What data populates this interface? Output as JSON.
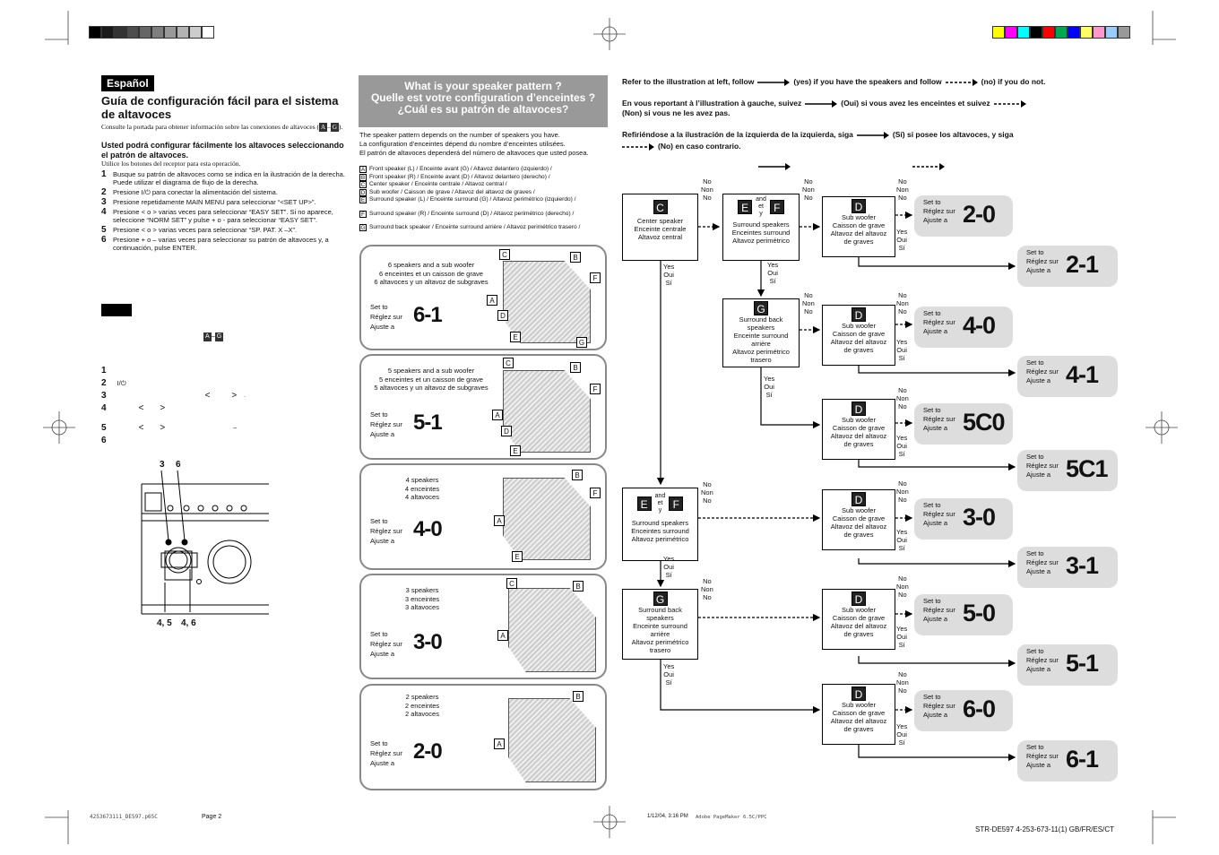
{
  "header": {
    "swatches_left": [
      "#000000",
      "#1a1a1a",
      "#333333",
      "#4d4d4d",
      "#666666",
      "#7f7f7f",
      "#999999",
      "#b3b3b3",
      "#cccccc",
      "#ffffff"
    ],
    "swatches_right": [
      "#ffff00",
      "#ff00ff",
      "#00ffff",
      "#000000",
      "#ff0000",
      "#00a651",
      "#0000ff",
      "#ffff66",
      "#ff99cc",
      "#99ccff",
      "#999999"
    ]
  },
  "left": {
    "lang": "Español",
    "title": "Guía de configuración fácil para el sistema de altavoces",
    "intro": "Consulte la portada para obtener información sobre las conexiones de altavoces",
    "intro_refs": [
      "A",
      "G"
    ],
    "subtitle": "Usted podrá configurar fácilmente los altavoces seleccionando el patrón de altavoces.",
    "subnote": "Utilice los botones del receptor para esta operación.",
    "steps": [
      {
        "n": "1",
        "text": "Busque su patrón de altavoces como se indica en la ilustración de la derecha. Puede utilizar el diagrama de flujo de la derecha."
      },
      {
        "n": "2",
        "text": "Presione I/⏻ para conectar la alimentación del sistema."
      },
      {
        "n": "3",
        "text": "Presione repetidamente MAIN MENU para seleccionar “<SET UP>”."
      },
      {
        "n": "4",
        "text": "Presione < o > varias veces para seleccionar “EASY SET”. Si no aparece, seleccione “NORM SET” y pulse + o - para seleccionar “EASY SET”."
      },
      {
        "n": "5",
        "text": "Presione < o > varias veces para seleccionar “SP. PAT. X –X”."
      },
      {
        "n": "6",
        "text": "Presione + o – varias veces para seleccionar su patrón de altavoces y, a continuación, pulse ENTER."
      }
    ],
    "box_refs": [
      "A",
      "G"
    ],
    "blank_steps": [
      "1",
      "2",
      "3",
      "4",
      "5",
      "6"
    ],
    "blank_glyphs": {
      "power": "I/⏻",
      "lt": "<",
      "gt": ">",
      "dot": ".",
      "dash": "–"
    },
    "device_labels": {
      "top_a": "3",
      "top_b": "6",
      "bottom_a": "4, 5",
      "bottom_b": "4, 6"
    }
  },
  "middle": {
    "question": [
      "What is your speaker pattern ?",
      "Quelle est votre configuration d’enceintes ?",
      "¿Cuál es su patrón de altavoces?"
    ],
    "depends": [
      "The speaker pattern depends on the number of speakers you have.",
      "La configuration d’enceintes dépend du nombre d’enceintes utilisées.",
      "El patrón de altavoces dependerá del número de altavoces que usted posea."
    ],
    "legend": [
      {
        "k": "A",
        "t": "Front speaker (L) / Enceinte avant (G) / Altavoz delantero (izquierdo) /"
      },
      {
        "k": "B",
        "t": "Front speaker (R) / Enceinte avant (D) / Altavoz delantero (derecho) /"
      },
      {
        "k": "C",
        "t": "Center speaker / Enceinte centrale / Altavoz central /"
      },
      {
        "k": "D",
        "t": "Sub woofer / Caisson de grave / Altavoz del altavoz de graves /"
      },
      {
        "k": "E",
        "t": "Surround speaker (L) / Enceinte surround (G) / Altavoz perimétrico (izquierdo) /"
      },
      {
        "k": "F",
        "t": "Surround speaker (R) / Enceinte surround (D) / Altavoz perimétrico (derecho) /"
      },
      {
        "k": "G",
        "t": "Surround back speaker / Enceinte surround arrière / Altavoz perimétrico trasero /"
      }
    ],
    "set_to": [
      "Set to",
      "Réglez sur",
      "Ajuste a"
    ],
    "patterns": [
      {
        "desc": [
          "6 speakers and a sub woofer",
          "6 enceintes et un caisson de grave",
          "6 altavoces y un altavoz de subgraves"
        ],
        "value": "6-1",
        "labels": [
          "C",
          "B",
          "F",
          "A",
          "D",
          "E",
          "G"
        ]
      },
      {
        "desc": [
          "5 speakers and a sub woofer",
          "5 enceintes et un caisson de grave",
          "5 altavoces y un altavoz de subgraves"
        ],
        "value": "5-1",
        "labels": [
          "C",
          "B",
          "F",
          "A",
          "D",
          "E"
        ]
      },
      {
        "desc": [
          "4 speakers",
          "4 enceintes",
          "4 altavoces"
        ],
        "value": "4-0",
        "labels": [
          "B",
          "F",
          "A",
          "E"
        ]
      },
      {
        "desc": [
          "3 speakers",
          "3 enceintes",
          "3 altavoces"
        ],
        "value": "3-0",
        "labels": [
          "C",
          "B",
          "A"
        ]
      },
      {
        "desc": [
          "2 speakers",
          "2 enceintes",
          "2 altavoces"
        ],
        "value": "2-0",
        "labels": [
          "B",
          "A"
        ]
      }
    ]
  },
  "right": {
    "instr1a": "Refer to the illustration at left, follow",
    "instr1b": "(yes) if you have the speakers and follow",
    "instr1c": "(no) if you do not.",
    "instr2a": "En vous reportant à l’illustration à gauche, suivez",
    "instr2b": "(Oui) si vous avez les enceintes et suivez",
    "instr2c": "(Non) si vous ne les avez pas.",
    "instr3a": "Refiriéndose a la ilustración de la izquierda de la izquierda, siga",
    "instr3b": "(Sí) si posee los altavoces, y siga",
    "instr3c": "(No) en caso contrario.",
    "yes": [
      "Yes",
      "Oui",
      "Sí"
    ],
    "no": [
      "No",
      "Non",
      "No"
    ],
    "and": [
      "and",
      "et",
      "y"
    ],
    "center": [
      "Center speaker",
      "Enceinte centrale",
      "Altavoz central"
    ],
    "surround": [
      "Surround speakers",
      "Enceintes surround",
      "Altavoz perimétrico"
    ],
    "sback": [
      "Surround back",
      "speakers",
      "Enceinte surround",
      "arrière",
      "Altavoz perimétrico",
      "trasero"
    ],
    "sub": [
      "Sub woofer",
      "Caisson de grave",
      "Altavoz del altavoz",
      "de graves"
    ],
    "set_to": [
      "Set to",
      "Réglez sur",
      "Ajuste a"
    ],
    "results": [
      "2-0",
      "2-1",
      "4-0",
      "4-1",
      "5C0",
      "5C1",
      "3-0",
      "3-1",
      "5-0",
      "5-1",
      "6-0",
      "6-1"
    ]
  },
  "footer": {
    "file": "4253673111_DE597.p65C",
    "page": "Page 2",
    "date": "1/12/04, 3:16 PM",
    "app": "Adobe PageMaker 6.5C/PPC",
    "model": "STR-DE597 4-253-673-11(1) GB/FR/ES/CT"
  }
}
